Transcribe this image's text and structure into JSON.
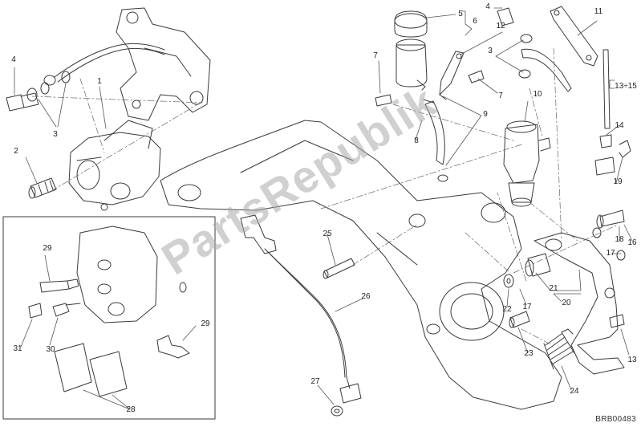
{
  "diagram": {
    "code": "BRB00483",
    "watermark": "PartsRepublik",
    "colors": {
      "line": "#3a3a3a",
      "leader": "#555555",
      "background": "#ffffff",
      "watermark": "#aaaaaa"
    },
    "callouts": [
      {
        "id": "c-4a",
        "text": "4"
      },
      {
        "id": "c-1",
        "text": "1"
      },
      {
        "id": "c-3a",
        "text": "3"
      },
      {
        "id": "c-2",
        "text": "2"
      },
      {
        "id": "c-5",
        "text": "5"
      },
      {
        "id": "c-6",
        "text": "6"
      },
      {
        "id": "c-4b",
        "text": "4"
      },
      {
        "id": "c-11",
        "text": "11"
      },
      {
        "id": "c-7a",
        "text": "7"
      },
      {
        "id": "c-12",
        "text": "12"
      },
      {
        "id": "c-3b",
        "text": "3"
      },
      {
        "id": "c-7b",
        "text": "7"
      },
      {
        "id": "c-10",
        "text": "10"
      },
      {
        "id": "c-13-15",
        "text": "13÷15"
      },
      {
        "id": "c-9",
        "text": "9"
      },
      {
        "id": "c-8",
        "text": "8"
      },
      {
        "id": "c-14",
        "text": "14"
      },
      {
        "id": "c-19",
        "text": "19"
      },
      {
        "id": "c-18",
        "text": "18"
      },
      {
        "id": "c-16",
        "text": "16"
      },
      {
        "id": "c-17a",
        "text": "17"
      },
      {
        "id": "c-29a",
        "text": "29"
      },
      {
        "id": "c-25",
        "text": "25"
      },
      {
        "id": "c-21",
        "text": "21"
      },
      {
        "id": "c-20",
        "text": "20"
      },
      {
        "id": "c-22",
        "text": "22"
      },
      {
        "id": "c-17b",
        "text": "17"
      },
      {
        "id": "c-26",
        "text": "26"
      },
      {
        "id": "c-31",
        "text": "31"
      },
      {
        "id": "c-30",
        "text": "30"
      },
      {
        "id": "c-29b",
        "text": "29"
      },
      {
        "id": "c-23",
        "text": "23"
      },
      {
        "id": "c-13",
        "text": "13"
      },
      {
        "id": "c-28",
        "text": "28"
      },
      {
        "id": "c-27",
        "text": "27"
      },
      {
        "id": "c-24",
        "text": "24"
      }
    ]
  }
}
